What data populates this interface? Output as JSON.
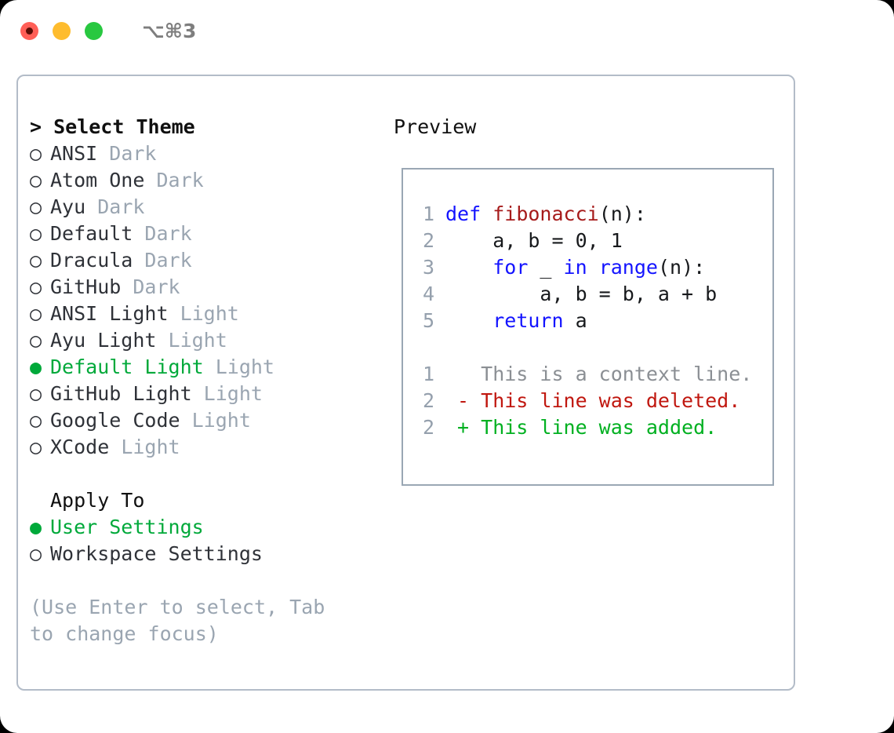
{
  "titlebar": {
    "shortcut": "⌥⌘3",
    "lights": [
      {
        "name": "close",
        "color": "#ff5f57"
      },
      {
        "name": "minimize",
        "color": "#febc2e"
      },
      {
        "name": "maximize",
        "color": "#28c840"
      }
    ]
  },
  "colors": {
    "selected_green": "#00a93a",
    "muted_tag": "#9aa5b1",
    "panel_border": "#b3bcc8",
    "preview_border": "#9aa7b4",
    "keyword_blue": "#1414ff",
    "function_red": "#a61b1b",
    "diff_delete": "#c0170f",
    "diff_add": "#00b020",
    "line_number": "#95a0ad"
  },
  "theme_panel": {
    "header": "> Select Theme",
    "options": [
      {
        "marker": "○",
        "label": "ANSI",
        "tag": "Dark",
        "selected": false
      },
      {
        "marker": "○",
        "label": "Atom One",
        "tag": "Dark",
        "selected": false
      },
      {
        "marker": "○",
        "label": "Ayu",
        "tag": "Dark",
        "selected": false
      },
      {
        "marker": "○",
        "label": "Default",
        "tag": "Dark",
        "selected": false
      },
      {
        "marker": "○",
        "label": "Dracula",
        "tag": "Dark",
        "selected": false
      },
      {
        "marker": "○",
        "label": "GitHub",
        "tag": "Dark",
        "selected": false
      },
      {
        "marker": "○",
        "label": "ANSI Light",
        "tag": "Light",
        "selected": false
      },
      {
        "marker": "○",
        "label": "Ayu Light",
        "tag": "Light",
        "selected": false
      },
      {
        "marker": "●",
        "label": "Default Light",
        "tag": "Light",
        "selected": true
      },
      {
        "marker": "○",
        "label": "GitHub Light",
        "tag": "Light",
        "selected": false
      },
      {
        "marker": "○",
        "label": "Google Code",
        "tag": "Light",
        "selected": false
      },
      {
        "marker": "○",
        "label": "XCode",
        "tag": "Light",
        "selected": false
      }
    ]
  },
  "apply_to": {
    "header": "Apply To",
    "options": [
      {
        "marker": "●",
        "label": "User Settings",
        "selected": true
      },
      {
        "marker": "○",
        "label": "Workspace Settings",
        "selected": false
      }
    ]
  },
  "hint": "(Use Enter to select, Tab to change focus)",
  "preview": {
    "title": "Preview",
    "code_lines": [
      {
        "no": "1",
        "tokens": [
          {
            "t": "def ",
            "c": "kw"
          },
          {
            "t": "fibonacci",
            "c": "fn"
          },
          {
            "t": "(n):",
            "c": "plain"
          }
        ]
      },
      {
        "no": "2",
        "tokens": [
          {
            "t": "    a, b = 0, 1",
            "c": "plain"
          }
        ]
      },
      {
        "no": "3",
        "tokens": [
          {
            "t": "    ",
            "c": "plain"
          },
          {
            "t": "for",
            "c": "kw"
          },
          {
            "t": " _ ",
            "c": "plain"
          },
          {
            "t": "in",
            "c": "kw"
          },
          {
            "t": " ",
            "c": "plain"
          },
          {
            "t": "range",
            "c": "kw"
          },
          {
            "t": "(n):",
            "c": "plain"
          }
        ]
      },
      {
        "no": "4",
        "tokens": [
          {
            "t": "        a, b = b, a + b",
            "c": "plain"
          }
        ]
      },
      {
        "no": "5",
        "tokens": [
          {
            "t": "    ",
            "c": "plain"
          },
          {
            "t": "return",
            "c": "kw"
          },
          {
            "t": " a",
            "c": "plain"
          }
        ]
      }
    ],
    "diff_lines": [
      {
        "no": "1",
        "text": "   This is a context line.",
        "kind": "diff-ctx"
      },
      {
        "no": "2",
        "text": " - This line was deleted.",
        "kind": "diff-del"
      },
      {
        "no": "2",
        "text": " + This line was added.",
        "kind": "diff-add"
      }
    ]
  }
}
